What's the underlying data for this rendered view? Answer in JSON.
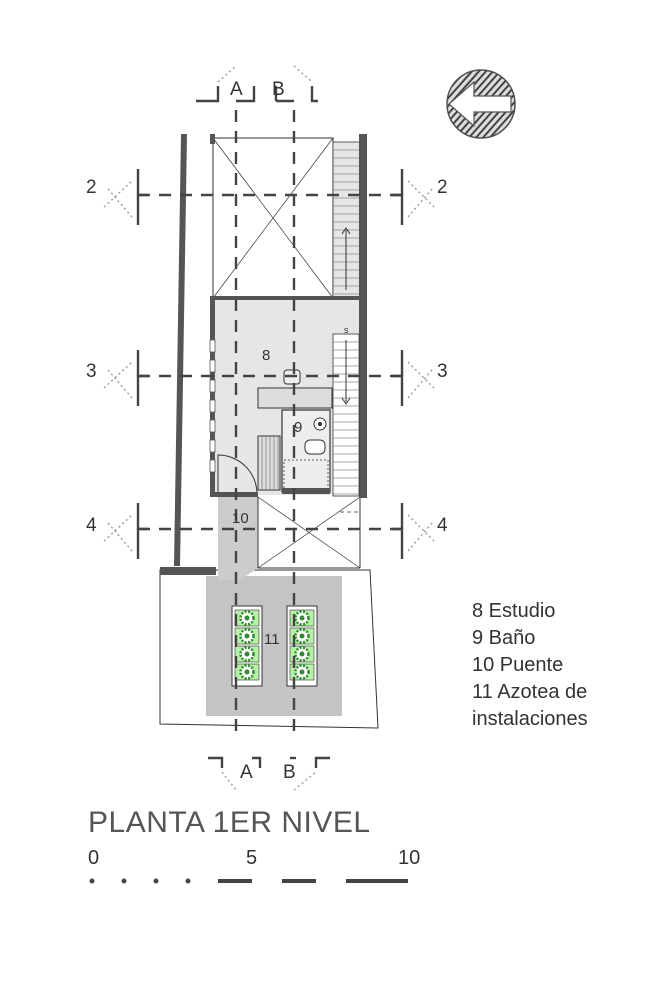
{
  "section_labels": {
    "a": "A",
    "b": "B",
    "two": "2",
    "three": "3",
    "four": "4"
  },
  "room_numbers": {
    "estudio": "8",
    "bano": "9",
    "puente": "10",
    "azotea": "11"
  },
  "stair_mark": "s",
  "legend": [
    "8  Estudio",
    "9  Baño",
    "10 Puente",
    "11 Azotea de",
    "instalaciones"
  ],
  "title": "PLANTA  1ER NIVEL",
  "scale": {
    "zero": "0",
    "five": "5",
    "ten": "10"
  },
  "colors": {
    "wall": "#555555",
    "floor": "#e6e6e6",
    "bridge": "#cccccc",
    "roof": "#c4c4c4",
    "planter": "#2e8b2e",
    "planter_bg": "#b7f0a8",
    "section_line": "#444444"
  },
  "icons": {
    "north": "north-arrow-icon"
  }
}
